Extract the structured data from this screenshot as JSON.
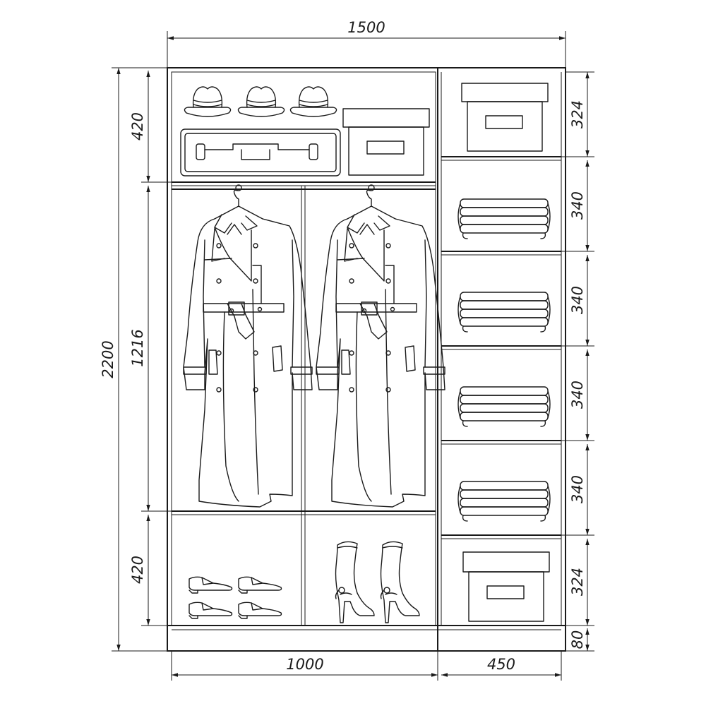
{
  "dimensions": {
    "total_width": "1500",
    "total_height": "2200",
    "left_section_width": "1000",
    "right_section_width": "450",
    "left_top_height": "420",
    "left_middle_height": "1216",
    "left_bottom_height": "420",
    "right_shelf_1": "324",
    "right_shelf_2": "340",
    "right_shelf_3": "340",
    "right_shelf_4": "340",
    "right_shelf_5": "340",
    "right_shelf_6": "324",
    "plinth_height": "80"
  },
  "items": {
    "hats": 3,
    "coats": 2,
    "folded_stacks": 4,
    "storage_boxes": 3,
    "shoe_pairs": 2,
    "boots": 2
  },
  "colors": {
    "line": "#1a1a1a",
    "background": "#ffffff"
  }
}
